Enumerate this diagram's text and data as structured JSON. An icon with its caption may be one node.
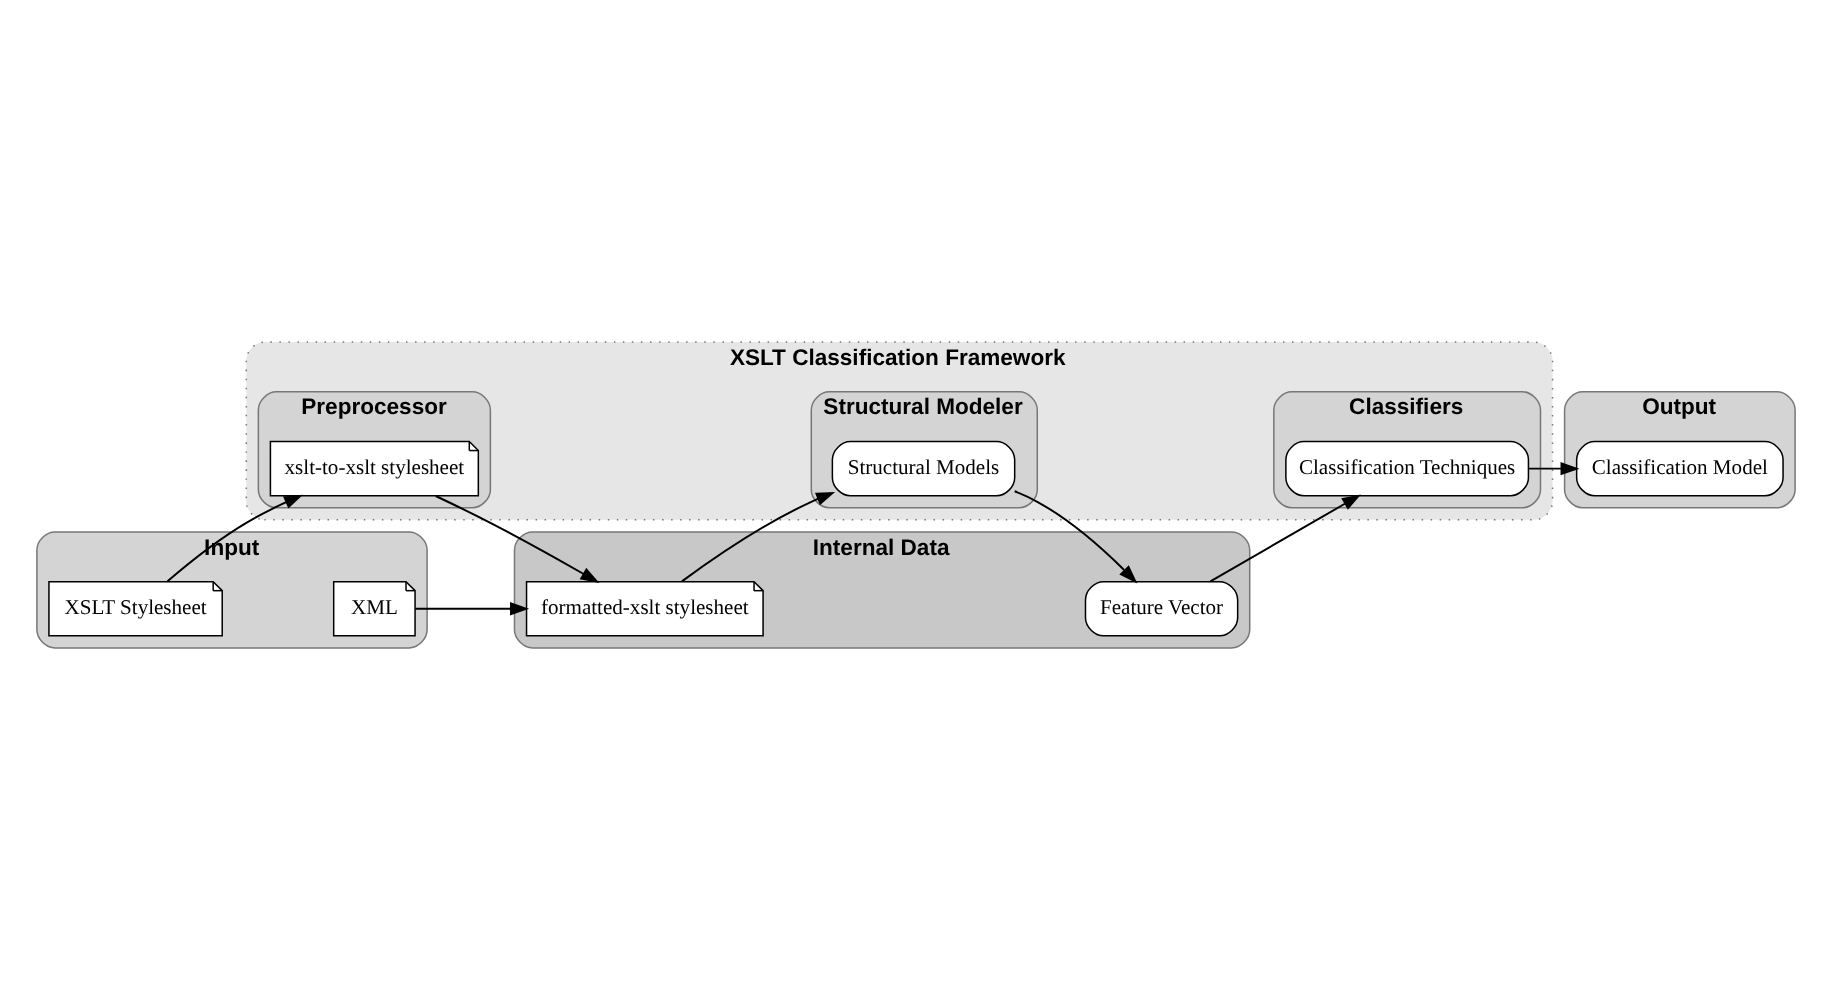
{
  "diagram": {
    "nodes": [
      {
        "text": [
          "XSLT Classification Framework"
        ]
      },
      {
        "text": [
          "Input"
        ]
      },
      {
        "text": [
          "Preprocessor"
        ],
        "in": 0
      },
      {
        "text": [
          "Structural Modeler"
        ],
        "in": 0
      },
      {
        "text": [
          "Classifiers"
        ],
        "in": 0
      },
      {
        "text": [
          "XSLT Stylesheet"
        ],
        "in": 1
      },
      {
        "text": [
          "XML"
        ],
        "in": 1
      },
      {
        "text": [
          "xslt-to-xslt stylesheet"
        ],
        "in": 2
      },
      {
        "text": [
          "Structural Models"
        ],
        "in": 3
      },
      {
        "text": [
          "Classification Techniques"
        ],
        "in": 4
      },
      {
        "text": [
          "Internal Data"
        ]
      },
      {
        "text": [
          "formatted-xslt stylesheet"
        ],
        "in": 10
      },
      {
        "text": [
          "Feature Vector"
        ],
        "in": 10
      },
      {
        "text": [
          "Output"
        ]
      },
      {
        "text": [
          "Classification Model"
        ],
        "in": 13
      }
    ],
    "edges": [
      {
        "from": 5,
        "to": 7,
        "arrow": "to"
      },
      {
        "from": 7,
        "to": 11,
        "arrow": "to"
      },
      {
        "from": 6,
        "to": 11,
        "arrow": "to"
      },
      {
        "from": 11,
        "to": 8,
        "arrow": "to"
      },
      {
        "from": 8,
        "to": 12,
        "arrow": "to"
      },
      {
        "from": 12,
        "to": 9,
        "arrow": "to"
      },
      {
        "from": 9,
        "to": 14,
        "arrow": "to"
      }
    ]
  }
}
